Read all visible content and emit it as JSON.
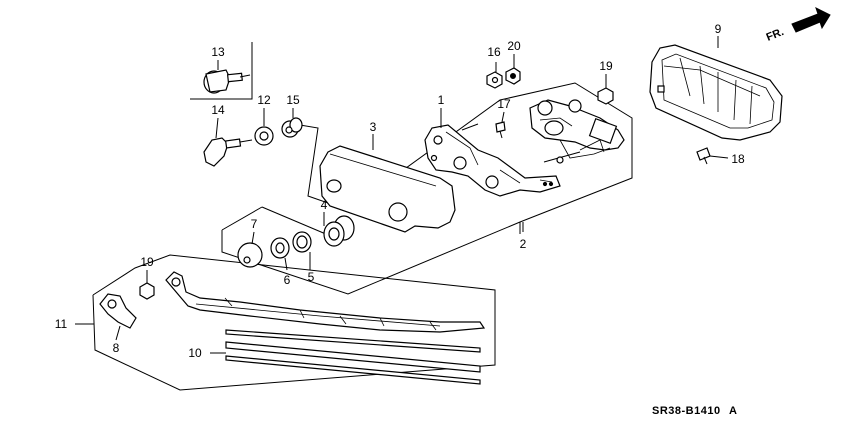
{
  "diagram": {
    "direction_label": "FR.",
    "catalog_code": "SR38-B1410",
    "catalog_suffix": "A",
    "callouts": {
      "c1": "1",
      "c2": "2",
      "c3": "3",
      "c4": "4",
      "c5": "5",
      "c6": "6",
      "c7": "7",
      "c8": "8",
      "c9": "9",
      "c10": "10",
      "c11": "11",
      "c12": "12",
      "c13": "13",
      "c14": "14",
      "c15": "15",
      "c16": "16",
      "c17": "17",
      "c18": "18",
      "c19a": "19",
      "c19b": "19",
      "c20": "20"
    }
  }
}
